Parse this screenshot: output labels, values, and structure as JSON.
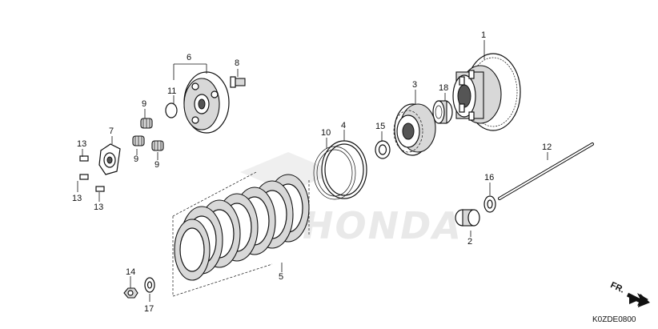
{
  "diagram": {
    "watermark": "HONDA",
    "drawing_code": "K0ZDE0800",
    "direction_label": "FR.",
    "callouts": [
      {
        "id": "1",
        "label": "1"
      },
      {
        "id": "2",
        "label": "2"
      },
      {
        "id": "3",
        "label": "3"
      },
      {
        "id": "4",
        "label": "4"
      },
      {
        "id": "5",
        "label": "5"
      },
      {
        "id": "6",
        "label": "6"
      },
      {
        "id": "7",
        "label": "7"
      },
      {
        "id": "8",
        "label": "8"
      },
      {
        "id": "9a",
        "label": "9"
      },
      {
        "id": "9b",
        "label": "9"
      },
      {
        "id": "9c",
        "label": "9"
      },
      {
        "id": "10",
        "label": "10"
      },
      {
        "id": "11",
        "label": "11"
      },
      {
        "id": "12",
        "label": "12"
      },
      {
        "id": "13a",
        "label": "13"
      },
      {
        "id": "13b",
        "label": "13"
      },
      {
        "id": "13c",
        "label": "13"
      },
      {
        "id": "14",
        "label": "14"
      },
      {
        "id": "15",
        "label": "15"
      },
      {
        "id": "16",
        "label": "16"
      },
      {
        "id": "17",
        "label": "17"
      },
      {
        "id": "18",
        "label": "18"
      }
    ]
  }
}
